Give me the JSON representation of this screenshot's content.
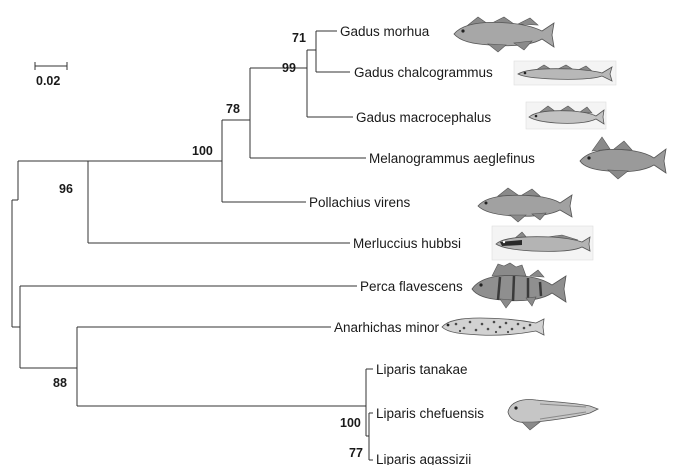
{
  "scale_bar": {
    "label": "0.02"
  },
  "taxa": [
    {
      "name": "Gadus morhua",
      "illustration": "cod-illustration"
    },
    {
      "name": "Gadus chalcogrammus",
      "illustration": "pollock-illustration"
    },
    {
      "name": "Gadus macrocephalus",
      "illustration": "pacific-cod-illustration"
    },
    {
      "name": "Melanogrammus aeglefinus",
      "illustration": "haddock-illustration"
    },
    {
      "name": "Pollachius virens",
      "illustration": "saithe-illustration"
    },
    {
      "name": "Merluccius hubbsi",
      "illustration": "hake-illustration"
    },
    {
      "name": "Perca flavescens",
      "illustration": "perch-illustration"
    },
    {
      "name": "Anarhichas minor",
      "illustration": "wolffish-illustration"
    },
    {
      "name": "Liparis tanakae",
      "illustration": ""
    },
    {
      "name": "Liparis chefuensis",
      "illustration": "snailfish-illustration"
    },
    {
      "name": "Liparis agassizii",
      "illustration": ""
    }
  ],
  "support_values": {
    "gadus_morhua_chalcogrammus": "71",
    "gadus": "99",
    "gadus_melanogrammus": "78",
    "gadus_pollachius": "100",
    "gadidae_merluccius": "96",
    "anarhichas_liparis": "88",
    "liparis_chefuensis_agassizii": "100",
    "liparis_agassizii": "77"
  }
}
